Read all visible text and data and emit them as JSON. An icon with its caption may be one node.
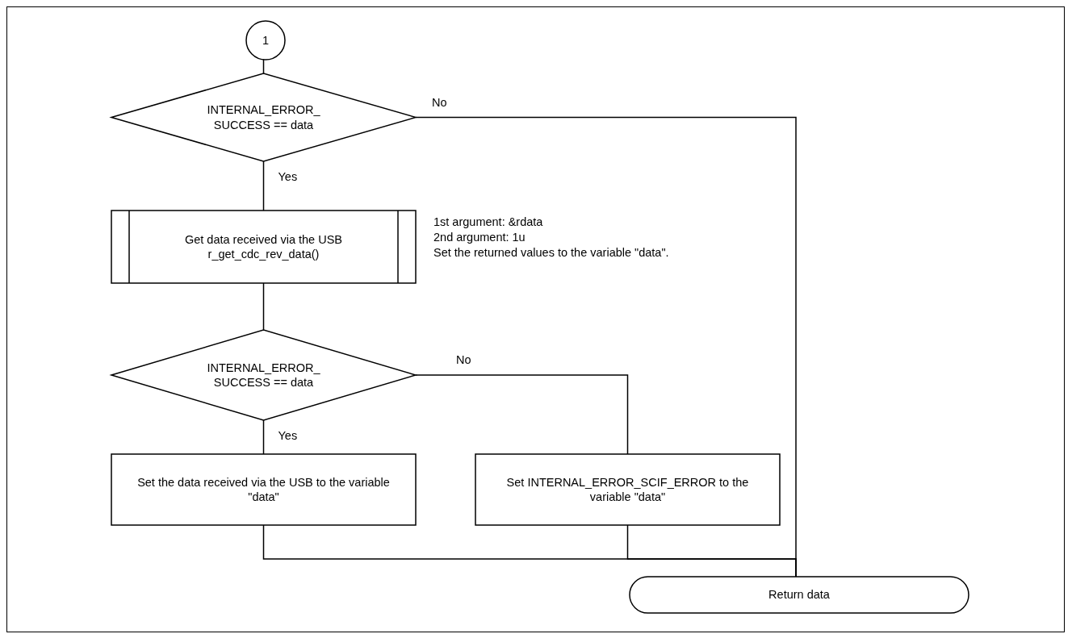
{
  "diagram": {
    "nodes": [
      {
        "text": [
          "1"
        ]
      },
      {
        "text": [
          "INTERNAL_ERROR_ SUCCESS == data"
        ]
      },
      {
        "text": [
          "Get data received via the USB r_get_cdc_rev_data()"
        ],
        "beside": [
          "1st argument: &rdata",
          "2nd argument: 1u",
          "Set the returned values to the variable \"data\"."
        ]
      },
      {
        "text": [
          "INTERNAL_ERROR_ SUCCESS == data"
        ]
      },
      {
        "text": [
          "Set the data received via the USB to the variable \"data\""
        ]
      },
      {
        "text": [
          "Set INTERNAL_ERROR_SCIF_ERROR to the variable \"data\""
        ]
      },
      {
        "text": [
          "Return data"
        ]
      }
    ],
    "edges": [
      {
        "from": 0,
        "to": 1,
        "arrow": "none"
      },
      {
        "from": 1,
        "to": 2,
        "arrow": "none",
        "label": "Yes"
      },
      {
        "from": 1,
        "to": 6,
        "arrow": "none",
        "label": "No"
      },
      {
        "from": 2,
        "to": 3,
        "arrow": "none"
      },
      {
        "from": 3,
        "to": 4,
        "arrow": "none",
        "label": "Yes"
      },
      {
        "from": 3,
        "to": 5,
        "arrow": "none",
        "label": "No"
      },
      {
        "from": 4,
        "to": 6,
        "arrow": "none"
      },
      {
        "from": 5,
        "to": 6,
        "arrow": "none"
      }
    ]
  }
}
